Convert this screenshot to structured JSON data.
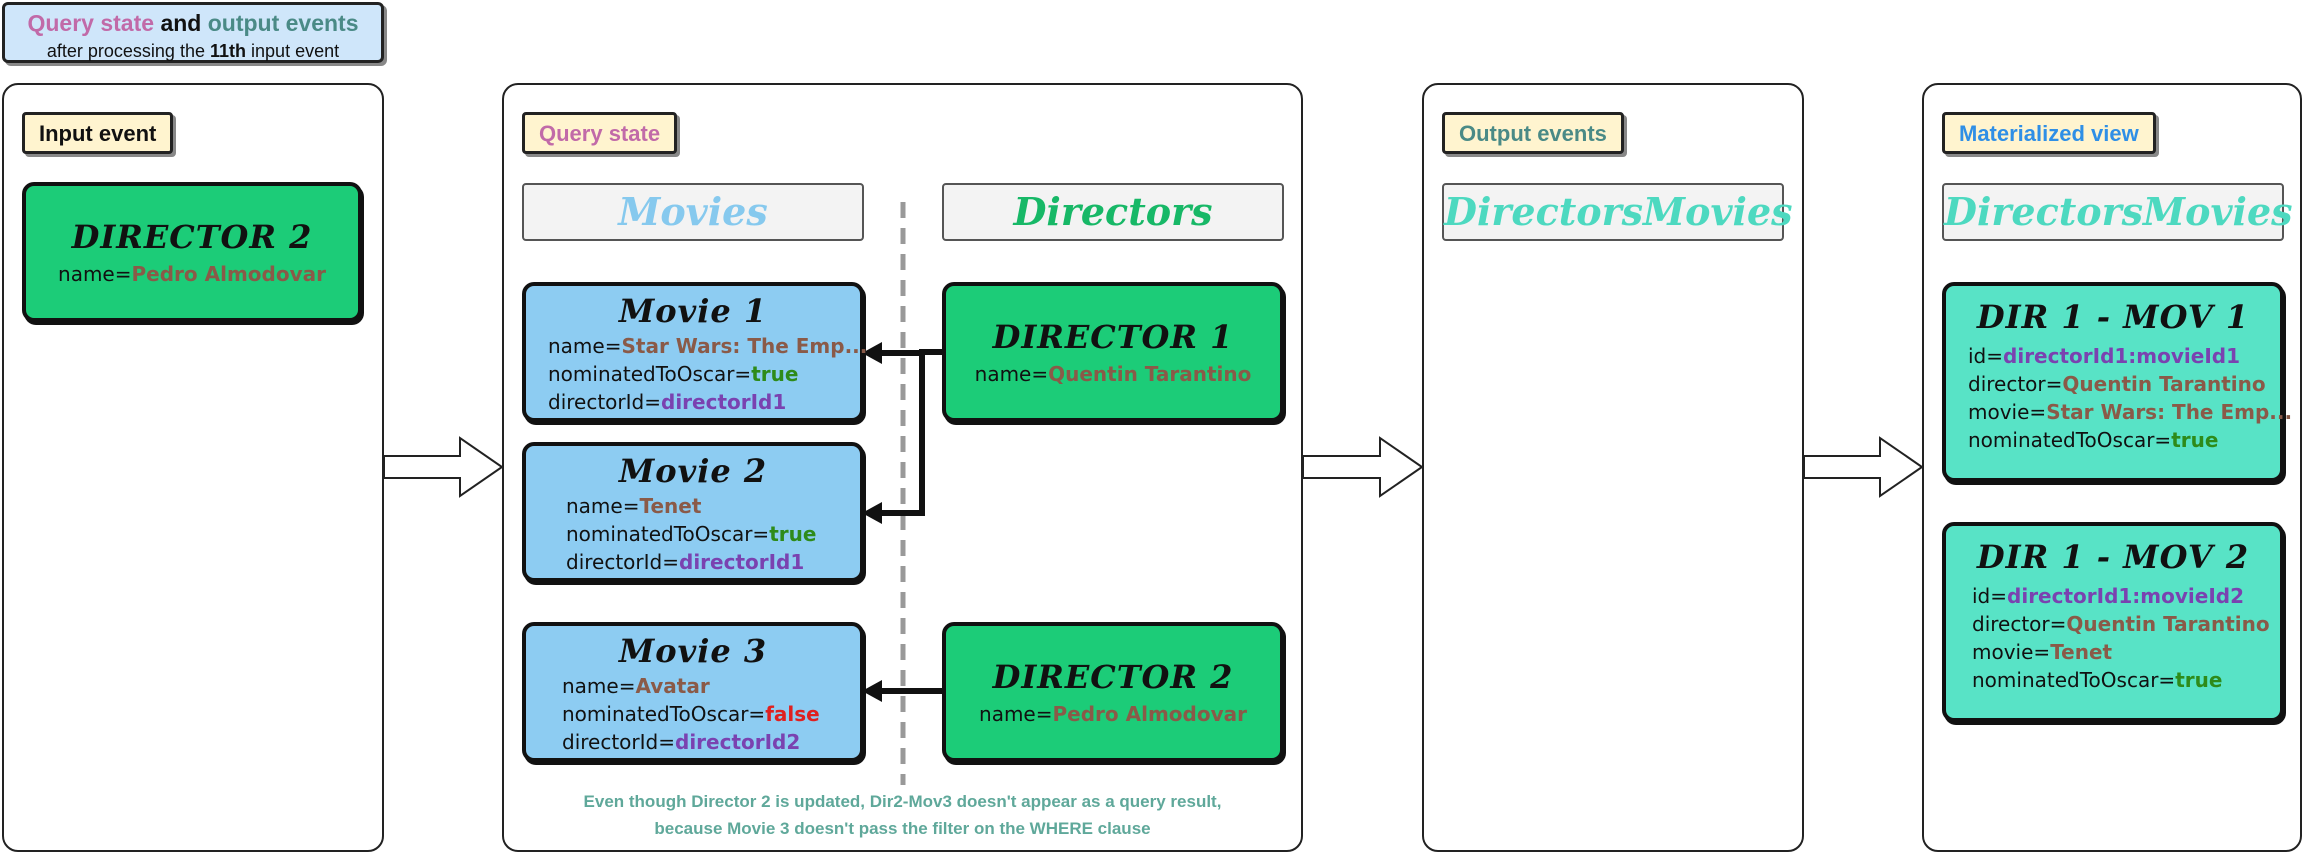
{
  "header": {
    "query_state": "Query state",
    "and": "and",
    "output_events": "output events",
    "subtitle_pre": "after processing the",
    "subtitle_bold": "11th",
    "subtitle_post": "input event"
  },
  "input_panel": {
    "tag": "Input event",
    "card": {
      "title": "DIRECTOR 2",
      "field_label": "name=",
      "field_value": "Pedro Almodovar"
    }
  },
  "query_panel": {
    "tag": "Query state",
    "movies_header": "Movies",
    "directors_header": "Directors",
    "movies": [
      {
        "title": "Movie 1",
        "name_label": "name=",
        "name_value": "Star Wars: The Emp...",
        "oscar_label": "nominatedToOscar=",
        "oscar_value": "true",
        "dir_label": "directorId=",
        "dir_value": "directorId1"
      },
      {
        "title": "Movie 2",
        "name_label": "name=",
        "name_value": "Tenet",
        "oscar_label": "nominatedToOscar=",
        "oscar_value": "true",
        "dir_label": "directorId=",
        "dir_value": "directorId1"
      },
      {
        "title": "Movie 3",
        "name_label": "name=",
        "name_value": "Avatar",
        "oscar_label": "nominatedToOscar=",
        "oscar_value": "false",
        "dir_label": "directorId=",
        "dir_value": "directorId2"
      }
    ],
    "directors": [
      {
        "title": "DIRECTOR 1",
        "name_label": "name=",
        "name_value": "Quentin Tarantino"
      },
      {
        "title": "DIRECTOR 2",
        "name_label": "name=",
        "name_value": "Pedro Almodovar"
      }
    ],
    "note_line1": "Even though Director 2 is updated, Dir2-Mov3 doesn't appear as a query result,",
    "note_line2": "because Movie 3 doesn't pass the filter on the WHERE clause"
  },
  "output_panel": {
    "tag": "Output events",
    "header": "DirectorsMovies"
  },
  "view_panel": {
    "tag": "Materialized view",
    "header": "DirectorsMovies",
    "rows": [
      {
        "title": "DIR 1 - MOV 1",
        "id_label": "id=",
        "id_value": "directorId1:movieId1",
        "director_label": "director=",
        "director_value": "Quentin Tarantino",
        "movie_label": "movie=",
        "movie_value": "Star Wars: The Emp...",
        "oscar_label": "nominatedToOscar=",
        "oscar_value": "true"
      },
      {
        "title": "DIR 1 - MOV 2",
        "id_label": "id=",
        "id_value": "directorId1:movieId2",
        "director_label": "director=",
        "director_value": "Quentin Tarantino",
        "movie_label": "movie=",
        "movie_value": "Tenet",
        "oscar_label": "nominatedToOscar=",
        "oscar_value": "true"
      }
    ]
  },
  "colors": {
    "movies_header": "#86c9ee",
    "directors_header": "#17b867",
    "directors_movies_header": "#4dd9c0",
    "query_tag_text": "#c16aa8",
    "output_tag_text": "#4a8a86",
    "view_tag_text": "#2f8fe6"
  }
}
